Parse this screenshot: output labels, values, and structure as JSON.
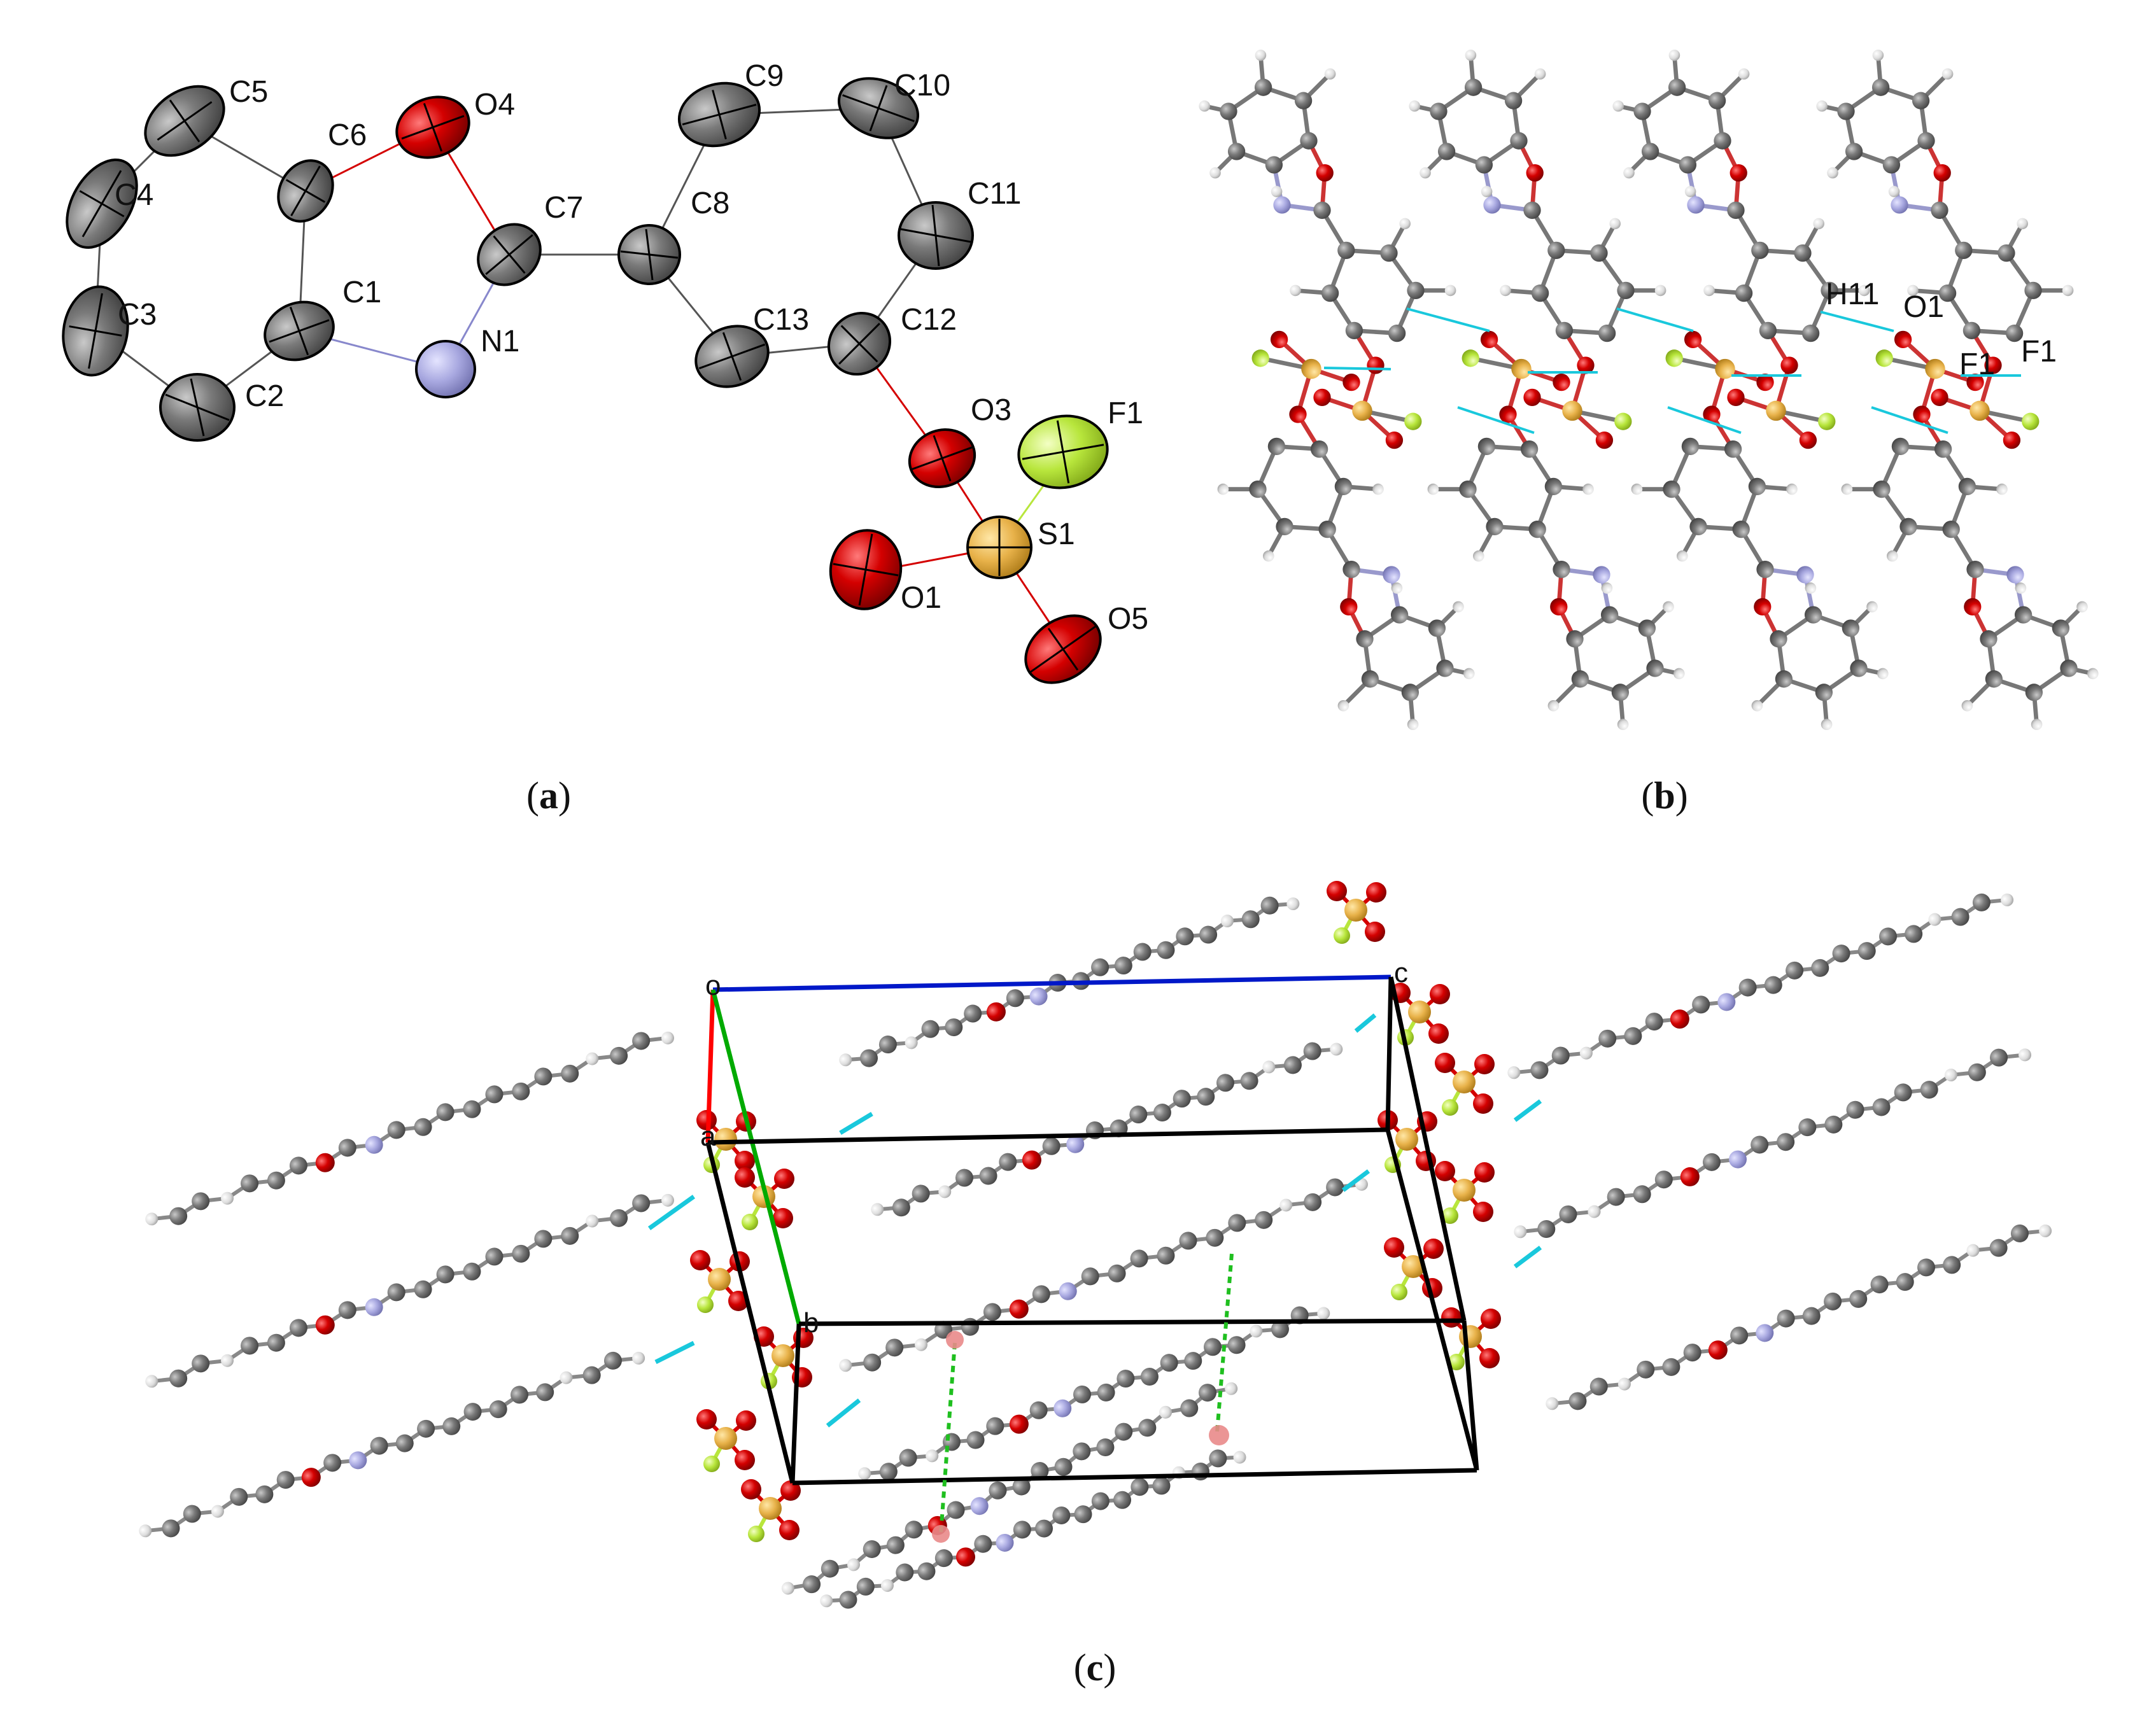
{
  "colors": {
    "C": "#6f6f6f",
    "O": "#d40000",
    "N": "#a8a8e0",
    "S": "#e8b24a",
    "F": "#b8e63c",
    "H": "#e8e8e8",
    "hbond": "#19c8dc",
    "stack": "#1fbf1f",
    "axis_a": "#ff0000",
    "axis_b": "#00aa00",
    "axis_c": "#0018c8",
    "cell": "#000000"
  },
  "panels": {
    "a": {
      "caption_open": "(",
      "caption_letter": "a",
      "caption_close": ")",
      "labels": {
        "C5": "C5",
        "C6": "C6",
        "O4": "O4",
        "C4": "C4",
        "C7": "C7",
        "C8": "C8",
        "C9": "C9",
        "C10": "C10",
        "C11": "C11",
        "C1": "C1",
        "C3": "C3",
        "C2": "C2",
        "N1": "N1",
        "C13": "C13",
        "C12": "C12",
        "O3": "O3",
        "F1": "F1",
        "S1": "S1",
        "O1": "O1",
        "O5": "O5"
      }
    },
    "b": {
      "caption_open": "(",
      "caption_letter": "b",
      "caption_close": ")",
      "labels": {
        "H11": "H11",
        "O1": "O1",
        "F1a": "F1",
        "F1b": "F1"
      }
    },
    "c": {
      "caption_open": "(",
      "caption_letter": "c",
      "caption_close": ")",
      "cell_labels": {
        "o": "o",
        "a": "a",
        "b": "b",
        "c": "c"
      }
    }
  }
}
